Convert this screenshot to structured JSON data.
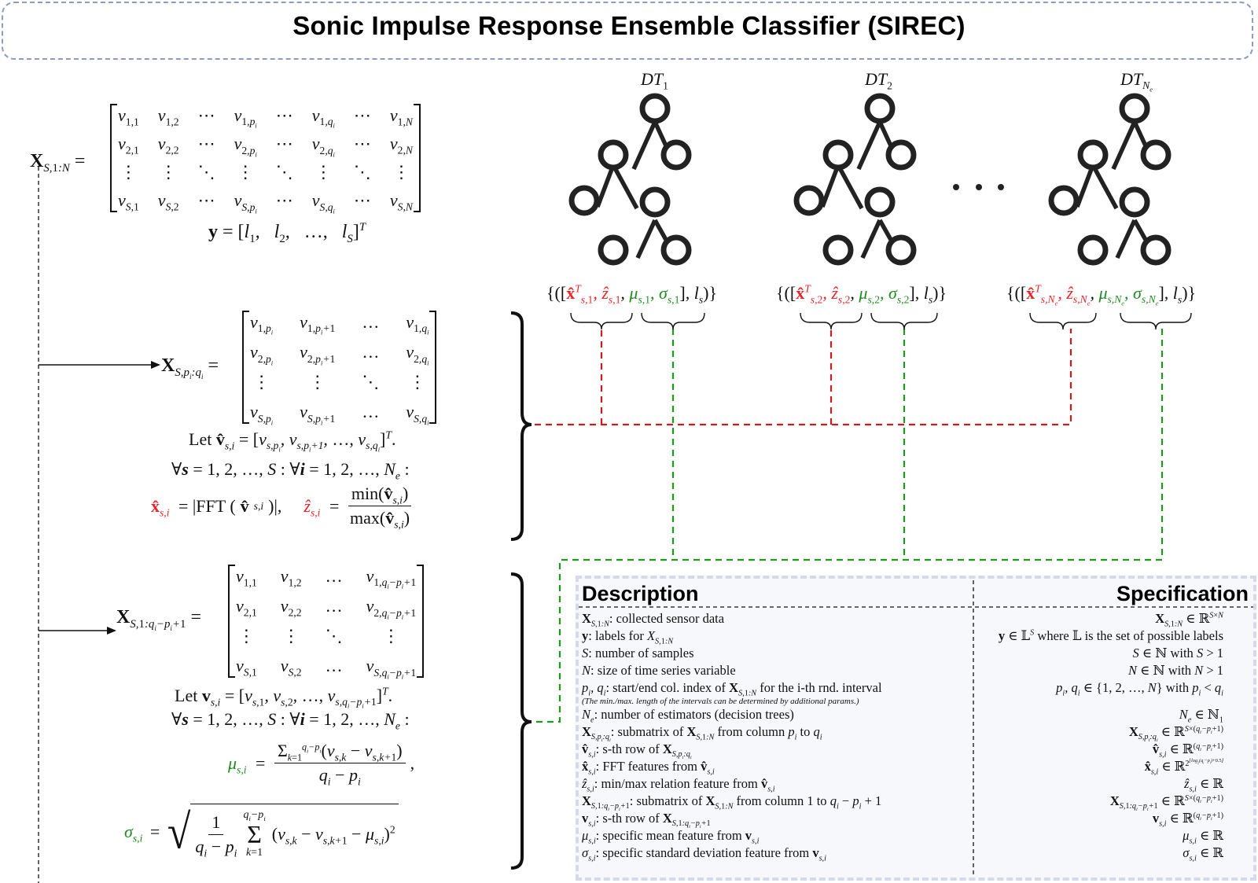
{
  "title": "Sonic Impulse Response Ensemble Classifier (SIREC)",
  "colors": {
    "red_features": "#e8262a",
    "green_features": "#1f8a1f",
    "title_border": "#8d9bbd",
    "table_bg": "#f7f8fc"
  },
  "input": {
    "lhs": "X_{S,1:N} =",
    "matrix_rows": [
      [
        "v_{1,1}",
        "v_{1,2}",
        "⋯",
        "v_{1,p_i}",
        "⋯",
        "v_{1,q_i}",
        "⋯",
        "v_{1,N}"
      ],
      [
        "v_{2,1}",
        "v_{2,2}",
        "⋯",
        "v_{2,p_i}",
        "⋯",
        "v_{2,q_i}",
        "⋯",
        "v_{2,N}"
      ],
      [
        "⋮",
        "⋮",
        "⋱",
        "⋮",
        "⋱",
        "⋮",
        "⋱",
        "⋮"
      ],
      [
        "v_{S,1}",
        "v_{S,2}",
        "⋯",
        "v_{S,p_i}",
        "⋯",
        "v_{S,q_i}",
        "⋯",
        "v_{S,N}"
      ]
    ],
    "labels_eq": "y = [l_1, l_2, …, l_S]^T"
  },
  "interval_block": {
    "lhs": "X_{S,p_i:q_i} =",
    "matrix_rows": [
      [
        "v_{1,p_i}",
        "v_{1,p_i+1}",
        "…",
        "v_{1,q_i}"
      ],
      [
        "v_{2,p_i}",
        "v_{2,p_i+1}",
        "…",
        "v_{2,q_i}"
      ],
      [
        "⋮",
        "⋮",
        "⋱",
        "⋮"
      ],
      [
        "v_{S,p_i}",
        "v_{S,p_i+1}",
        "…",
        "v_{S,q_i}"
      ]
    ],
    "let_line": "Let v̂_{s,i} = [v_{s,p_i}, v_{s,p_i+1}, …, v_{s,q_i}]^T.",
    "forall_line": "∀s = 1, 2, …, S : ∀i = 1, 2, …, N_e :",
    "fft_eq": "x̂_{s,i} = |FFT(v̂_{s,i})|",
    "z_eq": "ẑ_{s,i} = min(v̂_{s,i}) / max(v̂_{s,i})"
  },
  "shifted_block": {
    "lhs": "X_{S,1:q_i−p_i+1} =",
    "matrix_rows": [
      [
        "v_{1,1}",
        "v_{1,2}",
        "…",
        "v_{1,q_i−p_i+1}"
      ],
      [
        "v_{2,1}",
        "v_{2,2}",
        "…",
        "v_{2,q_i−p_i+1}"
      ],
      [
        "⋮",
        "⋮",
        "⋱",
        "⋮"
      ],
      [
        "v_{S,1}",
        "v_{S,2}",
        "…",
        "v_{S,q_i−p_i+1}"
      ]
    ],
    "let_line": "Let v_{s,i} = [v_{s,1}, v_{s,2}, …, v_{s,q_i−p_i+1}]^T.",
    "forall_line": "∀s = 1, 2, …, S : ∀i = 1, 2, …, N_e :",
    "mu_eq": "μ_{s,i} = Σ_{k=1}^{q_i−p_i}(v_{s,k} − v_{s,k+1}) / (q_i − p_i),",
    "sigma_eq": "σ_{s,i} = sqrt( 1/(q_i − p_i) Σ_{k=1}^{q_i−p_i} (v_{s,k} − v_{s,k+1} − μ_{s,i})^2 )"
  },
  "trees": [
    {
      "label": "DT_1",
      "sample": "{([x̂^T_{s,1}, ẑ_{s,1}, μ_{s,1}, σ_{s,1}], l_s)}"
    },
    {
      "label": "DT_2",
      "sample": "{([x̂^T_{s,2}, ẑ_{s,2}, μ_{s,2}, σ_{s,2}], l_s)}"
    },
    {
      "label": "DT_{N_e}",
      "sample": "{([x̂^T_{s,N_e}, ẑ_{s,N_e}, μ_{s,N_e}, σ_{s,N_e}], l_s)}"
    }
  ],
  "ellipsis": "• • •",
  "table": {
    "headers": {
      "description": "Description",
      "specification": "Specification"
    },
    "description_rows": [
      "X_{S,1:N}: collected sensor data",
      "y: labels for X_{S,1:N}",
      "S: number of samples",
      "N: size of time series variable",
      "p_i, q_i: start/end col. index of X_{S,1:N} for the i-th rnd. interval",
      "(The min./max. length of the intervals can be determined by additional params.)",
      "N_e: number of estimators (decision trees)",
      "X_{S,p_i:q_i}: submatrix of X_{S,1:N} from column p_i to q_i",
      "v̂_{s,i}: s-th row of X_{S,p_i:q_i}",
      "x̂_{s,i}: FFT features from v̂_{s,i}",
      "ẑ_{s,i}: min/max relation feature from v̂_{s,i}",
      "X_{S,1:q_i−p_i+1}: submatrix of X_{S,1:N} from column 1 to q_i − p_i + 1",
      "v_{s,i}: s-th row of X_{S,1:q_i−p_i+1}",
      "μ_{s,i}: specific mean feature from v_{s,i}",
      "σ_{s,i}: specific standard deviation feature from v_{s,i}"
    ],
    "specification_rows": [
      "X_{S,1:N} ∈ ℝ^{S×N}",
      "y ∈ 𝕃^S where 𝕃 is the set of possible labels",
      "S ∈ ℕ with S > 1",
      "N ∈ ℕ with N > 1",
      "p_i, q_i ∈ {1, 2, …, N} with p_i < q_i",
      "",
      "N_e ∈ ℕ_1",
      "X_{S,p_i:q_i} ∈ ℝ^{S×(q_i−p_i+1)}",
      "v̂_{s,i} ∈ ℝ^{(q_i−p_i+1)}",
      "x̂_{s,i} ∈ ℝ^{2^{⌊log_2(q_i−p_i)+0.5⌋}}",
      "ẑ_{s,i} ∈ ℝ",
      "X_{S,1:q_i−p_i+1} ∈ ℝ^{S×(q_i−p_i+1)}",
      "v_{s,i} ∈ ℝ^{(q_i−p_i+1)}",
      "μ_{s,i} ∈ ℝ",
      "σ_{s,i} ∈ ℝ"
    ]
  }
}
